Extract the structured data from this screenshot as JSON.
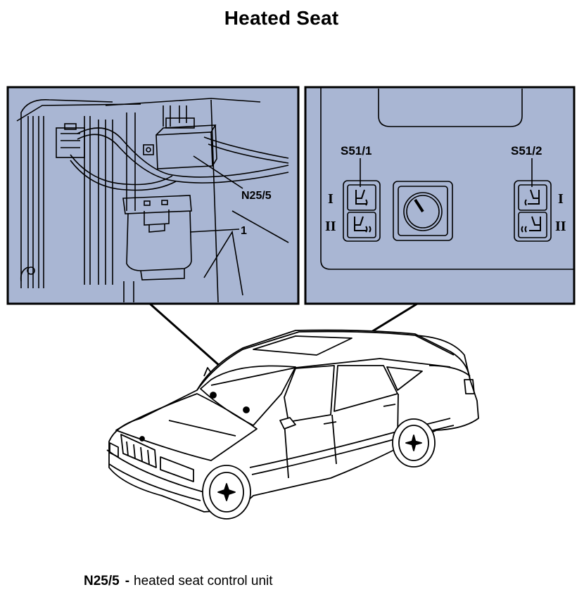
{
  "title": "Heated Seat",
  "left_panel": {
    "callouts": {
      "control_unit": "N25/5",
      "part_1": "1"
    }
  },
  "right_panel": {
    "switches": {
      "left": "S51/1",
      "right": "S51/2"
    },
    "positions": {
      "one": "I",
      "two": "II"
    }
  },
  "legend": {
    "code": "N25/5",
    "separator": "-",
    "description": "heated seat control unit"
  },
  "colors": {
    "panel_fill": "#a9b6d3",
    "line": "#000000"
  }
}
